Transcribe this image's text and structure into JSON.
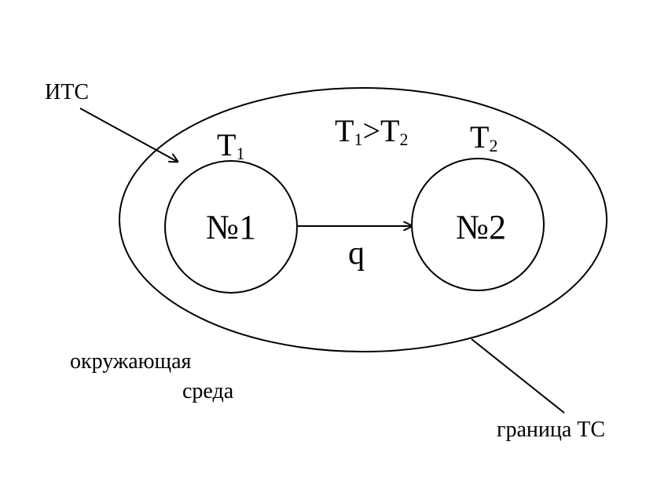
{
  "labels": {
    "its": "ИТС",
    "t1_main": "T",
    "t1_sub": "1",
    "condition_t1_main": "T",
    "condition_t1_sub": "1",
    "condition_gt": ">",
    "condition_t2_main": "T",
    "condition_t2_sub": "2",
    "t2_main": "T",
    "t2_sub": "2",
    "body1": "№1",
    "body2": "№2",
    "heat_flow": "q",
    "environment_line1": "окружающая",
    "environment_line2": "среда",
    "boundary": "граница ТС"
  },
  "colors": {
    "stroke": "#000000",
    "background": "#ffffff"
  }
}
